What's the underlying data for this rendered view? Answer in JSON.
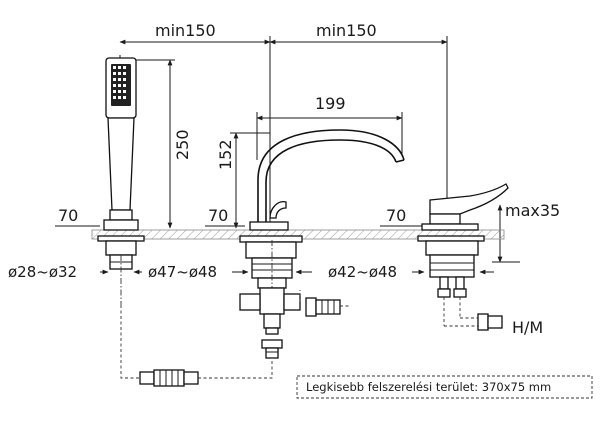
{
  "dimensions": {
    "top_left": "min150",
    "top_right": "min150",
    "spout_reach": "199",
    "hand_shower_height": "250",
    "spout_height": "152",
    "shower_base": "70",
    "spout_base": "70",
    "mixer_base": "70",
    "deck_max": "max35",
    "shower_hole": "ø28~ø32",
    "spout_hole": "ø47~ø48",
    "mixer_hole": "ø42~ø48"
  },
  "labels": {
    "hot_cold": "H/M",
    "installation_note": "Legkisebb felszerelési terület: 370x75 mm"
  }
}
